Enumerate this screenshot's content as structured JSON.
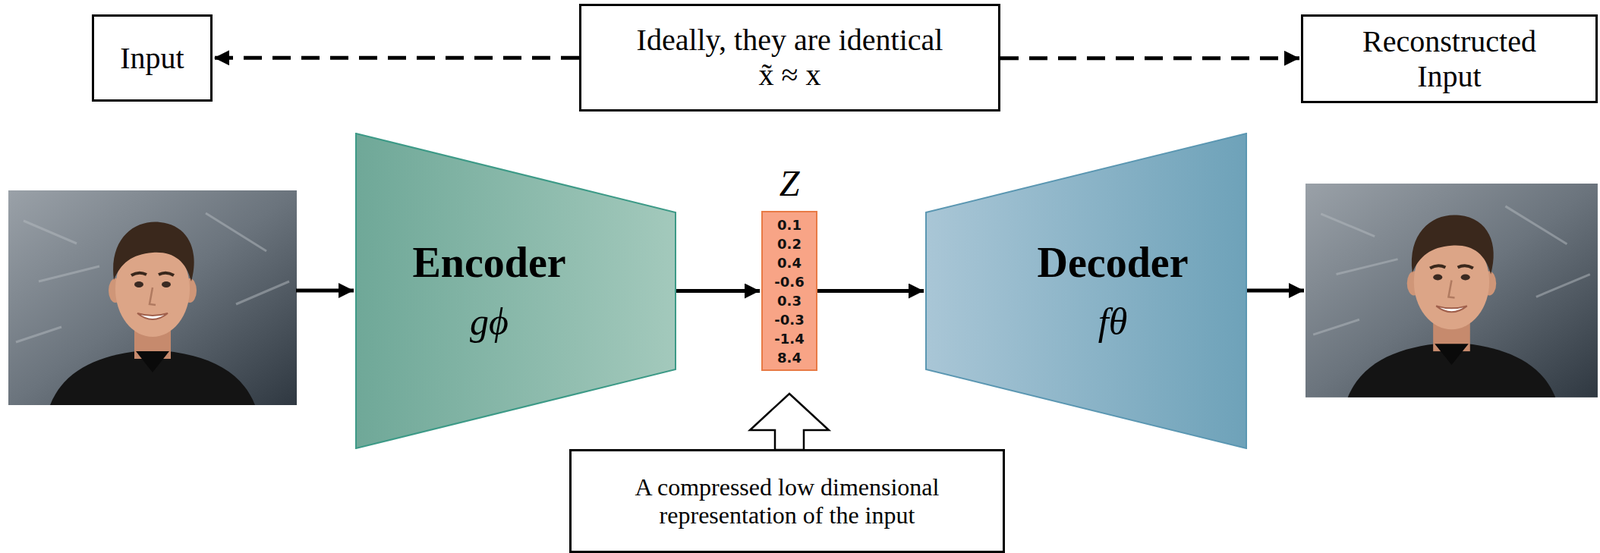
{
  "diagram": {
    "nodes": [
      {
        "text": [
          "Input"
        ]
      },
      {
        "text": [
          "Ideally, they are identical x̃ ≈ x"
        ]
      },
      {
        "text": [
          "Reconstructed Input"
        ]
      },
      {
        "text": [
          "Encoder",
          "gϕ"
        ]
      },
      {
        "text": [
          "Z",
          "0.1",
          "0.2",
          "0.4",
          "-0.6",
          "0.3",
          "-0.3",
          "-1.4",
          "8.4"
        ]
      },
      {
        "text": [
          "Decoder",
          "fθ"
        ]
      },
      {
        "text": [
          "A compressed low dimensional representation of the input"
        ]
      }
    ],
    "edges": [
      {
        "from": 1,
        "to": 0,
        "arrow": "to"
      },
      {
        "from": 1,
        "to": 2,
        "arrow": "to"
      },
      {
        "from": 3,
        "to": 4,
        "arrow": "to"
      },
      {
        "from": 4,
        "to": 5,
        "arrow": "to"
      },
      {
        "from": 6,
        "to": 4,
        "arrow": "to"
      }
    ]
  }
}
